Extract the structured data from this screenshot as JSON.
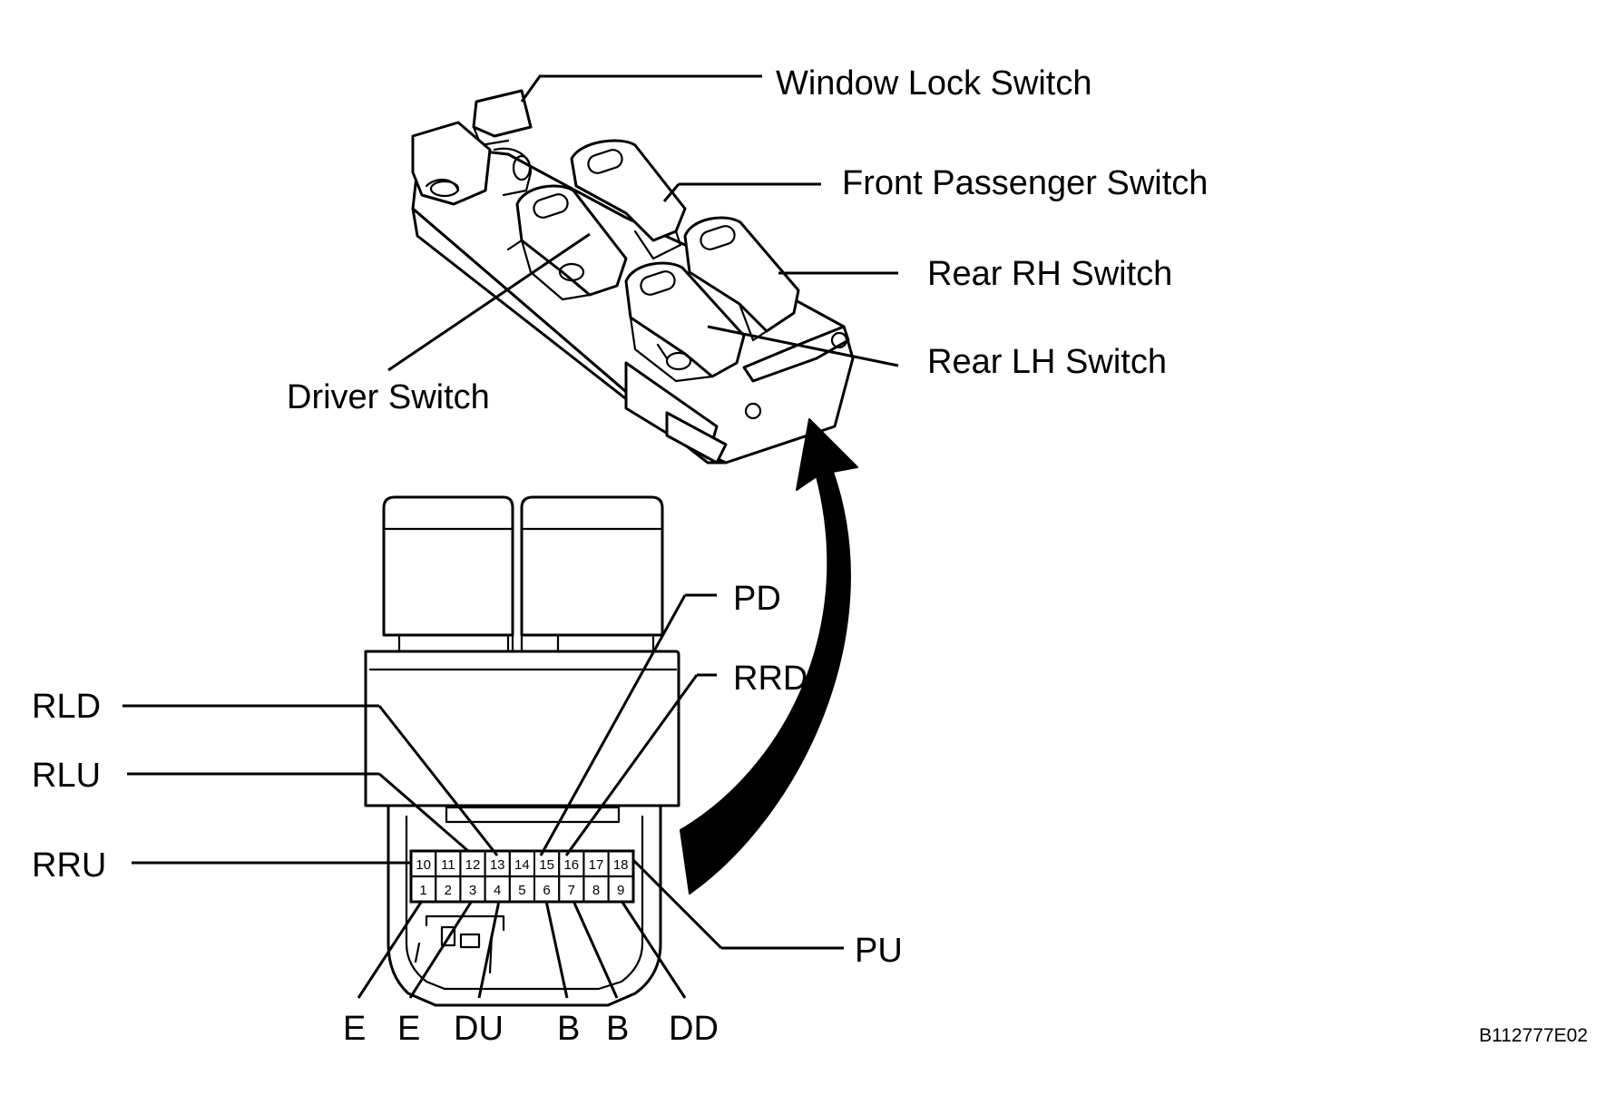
{
  "diagram": {
    "switch_labels": {
      "window_lock": "Window Lock Switch",
      "front_passenger": "Front Passenger Switch",
      "rear_rh": "Rear RH Switch",
      "rear_lh": "Rear LH Switch",
      "driver": "Driver Switch"
    },
    "terminal_labels": {
      "pd": "PD",
      "rrd": "RRD",
      "rld": "RLD",
      "rlu": "RLU",
      "rru": "RRU",
      "pu": "PU",
      "e1": "E",
      "e2": "E",
      "du": "DU",
      "b1": "B",
      "b2": "B",
      "dd": "DD"
    },
    "connector_pins": {
      "top_row": [
        "10",
        "11",
        "12",
        "13",
        "14",
        "15",
        "16",
        "17",
        "18"
      ],
      "bottom_row": [
        "1",
        "2",
        "3",
        "4",
        "5",
        "6",
        "7",
        "8",
        "9"
      ]
    },
    "figure_code": "B112777E02"
  }
}
